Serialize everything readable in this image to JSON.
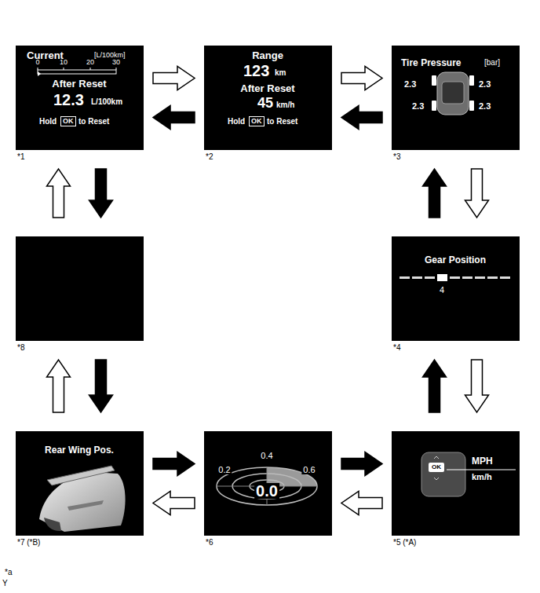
{
  "diagram": {
    "nodes": [
      {
        "text": [
          "Current",
          "[L/100km]",
          "0",
          "10",
          "20",
          "30",
          "After Reset",
          "12.3",
          "L/100km",
          "Hold",
          "OK",
          "to Reset",
          "*1"
        ]
      },
      {
        "text": [
          "Range",
          "123",
          "km",
          "After Reset",
          "45",
          "km/h",
          "Hold",
          "OK",
          "to Reset",
          "*2"
        ]
      },
      {
        "text": [
          "Tire Pressure",
          "[bar]",
          "2.3",
          "2.3",
          "2.3",
          "2.3",
          "*3"
        ]
      },
      {
        "text": [
          "Gear Position",
          "4",
          "*4"
        ]
      },
      {
        "text": [
          "OK",
          "MPH",
          "km/h",
          "*5 (*A)"
        ]
      },
      {
        "text": [
          "0.4",
          "0.2",
          "0.6",
          "0.0",
          "*6"
        ]
      },
      {
        "text": [
          "Rear Wing Pos.",
          "*7 (*B)"
        ]
      },
      {
        "text": [
          "*8"
        ]
      }
    ],
    "edges": [
      {
        "from": 0,
        "to": 1,
        "arrow": "to"
      },
      {
        "from": 1,
        "to": 0,
        "arrow": "to"
      },
      {
        "from": 1,
        "to": 2,
        "arrow": "to"
      },
      {
        "from": 2,
        "to": 1,
        "arrow": "to"
      },
      {
        "from": 2,
        "to": 3,
        "arrow": "to"
      },
      {
        "from": 3,
        "to": 2,
        "arrow": "to"
      },
      {
        "from": 3,
        "to": 4,
        "arrow": "to"
      },
      {
        "from": 4,
        "to": 3,
        "arrow": "to"
      },
      {
        "from": 4,
        "to": 5,
        "arrow": "to"
      },
      {
        "from": 5,
        "to": 4,
        "arrow": "to"
      },
      {
        "from": 5,
        "to": 6,
        "arrow": "to"
      },
      {
        "from": 6,
        "to": 5,
        "arrow": "to"
      },
      {
        "from": 6,
        "to": 7,
        "arrow": "to"
      },
      {
        "from": 7,
        "to": 6,
        "arrow": "to"
      },
      {
        "from": 7,
        "to": 0,
        "arrow": "to"
      },
      {
        "from": 0,
        "to": 7,
        "arrow": "to"
      }
    ],
    "labels": [
      "*a",
      "Y"
    ]
  }
}
